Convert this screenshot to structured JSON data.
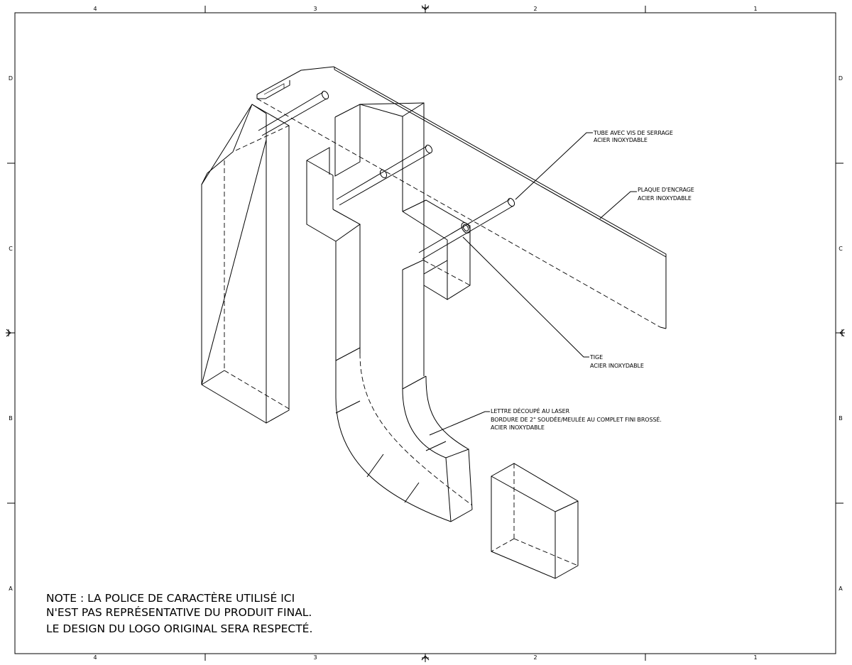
{
  "border": {
    "columns": [
      "4",
      "3",
      "2",
      "1"
    ],
    "rows": [
      "D",
      "C",
      "B",
      "A"
    ]
  },
  "callouts": [
    {
      "lines": [
        "TUBE AVEC VIS DE SERRAGE",
        "ACIER INOXYDABLE"
      ]
    },
    {
      "lines": [
        "PLAQUE D'ENCRAGE",
        "ACIER INOXYDABLE"
      ]
    },
    {
      "lines": [
        "TIGE",
        "ACIER INOXYDABLE"
      ]
    },
    {
      "lines": [
        "LETTRE DÉCOUPÉ AU LASER",
        "BORDURE DE 2\" SOUDÉE/MEULÉE AU COMPLET FINI BROSSÉ.",
        "ACIER INOXYDABLE"
      ]
    }
  ],
  "note": {
    "lines": [
      "NOTE : LA POLICE DE CARACTÈRE UTILISÉ ICI",
      "N'EST PAS REPRÉSENTATIVE DU PRODUIT FINAL.",
      "LE DESIGN DU LOGO ORIGINAL SERA RESPECTÉ."
    ]
  }
}
